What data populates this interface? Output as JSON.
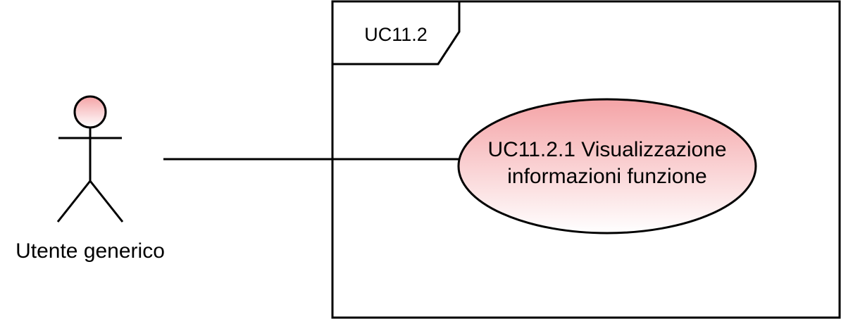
{
  "actor": {
    "name": "Utente generico"
  },
  "system_boundary": {
    "title": "UC11.2"
  },
  "use_case": {
    "line1": "UC11.2.1 Visualizzazione",
    "line2": "informazioni funzione"
  },
  "colors": {
    "stroke": "#000000",
    "fill_gradient_top": "#f4a3a6",
    "fill_gradient_bottom": "#ffffff",
    "background": "#ffffff"
  }
}
